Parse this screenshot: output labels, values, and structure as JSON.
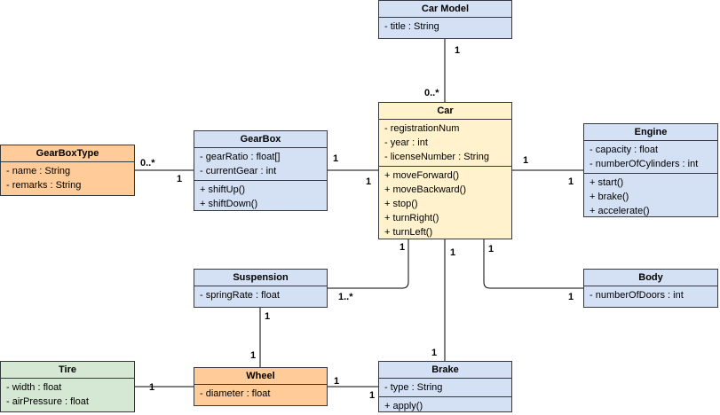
{
  "classes": {
    "car_model": {
      "name": "Car Model",
      "attributes": [
        "- title : String"
      ],
      "methods": []
    },
    "car": {
      "name": "Car",
      "attributes": [
        "- registrationNum",
        "- year : int",
        "- licenseNumber : String"
      ],
      "methods": [
        "+ moveForward()",
        "+ moveBackward()",
        "+ stop()",
        "+ turnRight()",
        "+ turnLeft()"
      ]
    },
    "gearbox_type": {
      "name": "GearBoxType",
      "attributes": [
        "- name : String",
        "- remarks : String"
      ],
      "methods": []
    },
    "gearbox": {
      "name": "GearBox",
      "attributes": [
        "- gearRatio : float[]",
        "- currentGear : int"
      ],
      "methods": [
        "+ shiftUp()",
        "+ shiftDown()"
      ]
    },
    "engine": {
      "name": "Engine",
      "attributes": [
        "- capacity : float",
        "- numberOfCylinders : int"
      ],
      "methods": [
        "+ start()",
        "+ brake()",
        "+ accelerate()"
      ]
    },
    "suspension": {
      "name": "Suspension",
      "attributes": [
        "- springRate : float"
      ],
      "methods": []
    },
    "body": {
      "name": "Body",
      "attributes": [
        "- numberOfDoors : int"
      ],
      "methods": []
    },
    "tire": {
      "name": "Tire",
      "attributes": [
        "- width : float",
        "- airPressure : float"
      ],
      "methods": []
    },
    "wheel": {
      "name": "Wheel",
      "attributes": [
        "- diameter : float"
      ],
      "methods": []
    },
    "brake": {
      "name": "Brake",
      "attributes": [
        "- type : String"
      ],
      "methods": [
        "+ apply()"
      ]
    }
  },
  "multiplicities": {
    "carmodel_end": "1",
    "car_model_end": "0..*",
    "gbt_end": "0..*",
    "gearbox_gbt_end": "1",
    "gearbox_car_end": "1",
    "car_gearbox_end": "1",
    "car_engine_end": "1",
    "engine_end": "1",
    "car_susp_end": "1",
    "susp_car_end": "1..*",
    "car_brake_end": "1",
    "brake_car_end": "1",
    "car_body_end": "1",
    "body_end": "1",
    "susp_wheel_end": "1",
    "wheel_susp_end": "1",
    "tire_wheel_end": "1",
    "wheel_brake_end": "1",
    "brake_wheel_end": "1"
  }
}
